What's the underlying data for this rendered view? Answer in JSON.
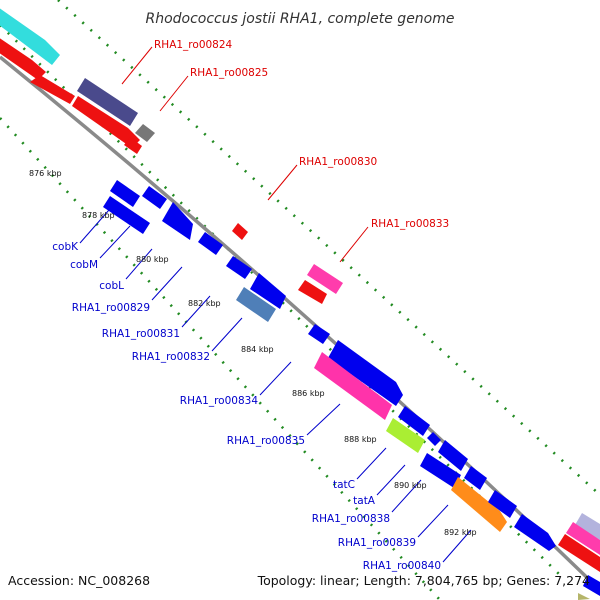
{
  "title": "Rhodococcus jostii RHA1, complete genome",
  "accession": "Accession: NC_008268",
  "topology": "Topology: linear; Length: 7,804,765 bp; Genes: 7,274",
  "colors": {
    "backbone": "#8a8a8a",
    "dots": "#228b22",
    "red_label": "#dd0000",
    "blue_label": "#0000cc"
  },
  "ticks": [
    "876 kbp",
    "878 kbp",
    "880 kbp",
    "882 kbp",
    "884 kbp",
    "886 kbp",
    "888 kbp",
    "890 kbp",
    "892 kbp"
  ],
  "labels_top": [
    "RHA1_ro00824",
    "RHA1_ro00825",
    "RHA1_ro00830",
    "RHA1_ro00833"
  ],
  "labels_bottom": [
    "cobK",
    "cobM",
    "cobL",
    "RHA1_ro00829",
    "RHA1_ro00831",
    "RHA1_ro00832",
    "RHA1_ro00834",
    "RHA1_ro00835",
    "tatC",
    "tatA",
    "RHA1_ro00838",
    "RHA1_ro00839",
    "RHA1_ro00840"
  ]
}
